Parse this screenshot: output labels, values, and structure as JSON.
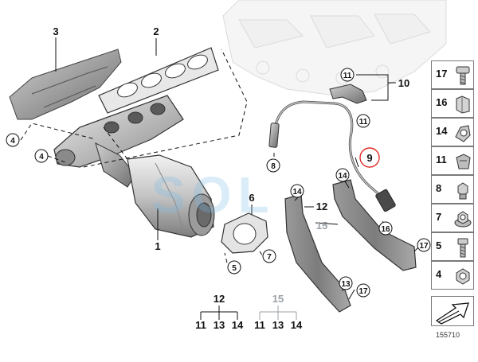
{
  "diagram": {
    "callouts": {
      "c1": "1",
      "c2": "2",
      "c3": "3",
      "c4a": "4",
      "c4b": "4",
      "c5": "5",
      "c6": "6",
      "c7": "7",
      "c8": "8",
      "c9": "9",
      "c10": "10",
      "c11a": "11",
      "c11b": "11",
      "c12": "12",
      "c13": "13",
      "c14a": "14",
      "c14b": "14",
      "c15": "15",
      "c16": "16",
      "c17a": "17",
      "c17b": "17"
    },
    "kits": [
      {
        "parent": "12",
        "children": [
          "11",
          "13",
          "14"
        ]
      },
      {
        "parent": "15",
        "children": [
          "11",
          "13",
          "14"
        ]
      }
    ],
    "highlight_color": "#e0302a",
    "callout_colors": {
      "normal": "#111111",
      "faded": "#9aa0a6"
    }
  },
  "legend": {
    "items": [
      {
        "num": "17",
        "icon": "bolt-icon"
      },
      {
        "num": "16",
        "icon": "clip-icon"
      },
      {
        "num": "14",
        "icon": "cable-holder-icon"
      },
      {
        "num": "11",
        "icon": "cable-clip-icon"
      },
      {
        "num": "8",
        "icon": "sensor-nut-icon"
      },
      {
        "num": "7",
        "icon": "flange-nut-icon"
      },
      {
        "num": "5",
        "icon": "stud-bolt-icon"
      },
      {
        "num": "4",
        "icon": "hex-nut-icon"
      }
    ]
  },
  "watermark": {
    "text": "SOL",
    "color": "#78b9e6"
  },
  "diagram_id": "155710"
}
